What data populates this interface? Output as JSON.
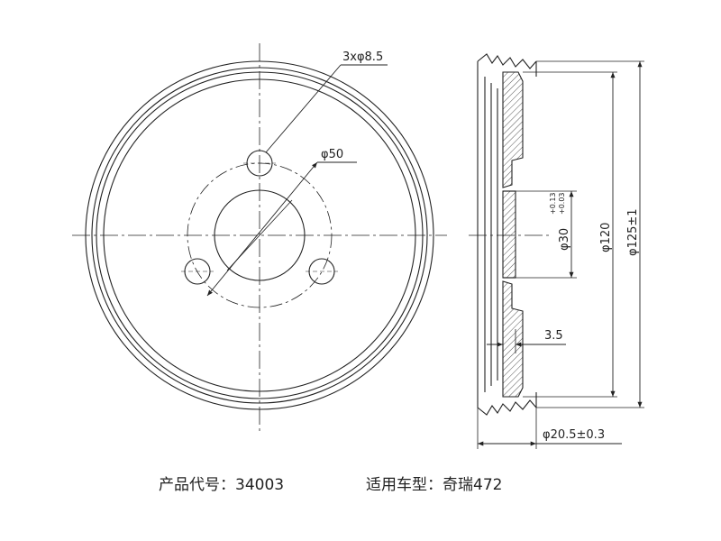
{
  "dimensions": {
    "bolt_holes": "3xφ8.5",
    "pcd": "φ50",
    "bore": "φ30",
    "bore_tol_upper": "+0.13",
    "bore_tol_lower": "+0.03",
    "hub": "φ120",
    "outer": "φ125±1",
    "web_thickness": "3.5",
    "width": "φ20.5±0.3"
  },
  "captions": {
    "product_code": "产品代号：34003",
    "vehicle_model": "适用车型：奇瑞472"
  },
  "colors": {
    "line": "#222222",
    "hatch": "#555555",
    "background": "#ffffff"
  }
}
